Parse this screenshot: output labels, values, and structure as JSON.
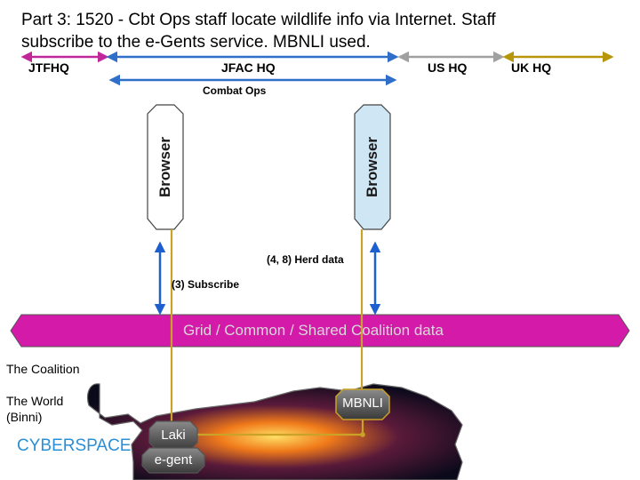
{
  "title": "Part 3: 1520 - Cbt Ops staff locate wildlife info via Internet. Staff subscribe to the e-Gents service. MBNLI used.",
  "hq_labels": {
    "jtfhq": "JTFHQ",
    "jfac": "JFAC HQ",
    "us": "US HQ",
    "uk": "UK HQ"
  },
  "combat_ops": "Combat Ops",
  "browsers": {
    "left": "Browser",
    "right": "Browser"
  },
  "flows": {
    "herd_data": "(4, 8) Herd data",
    "subscribe": "(3) Subscribe"
  },
  "grid": "Grid / Common / Shared Coalition data",
  "coalition": "The Coalition",
  "world": {
    "line1": "The World",
    "line2": "(Binni)"
  },
  "cyberspace": "CYBERSPACE",
  "nodes": {
    "mbnli": "MBNLI",
    "laki": "Laki",
    "egent": "e-gent"
  },
  "colors": {
    "jtfhq_arrow": "#c0289a",
    "jfac_arrow": "#2f6fc9",
    "us_arrow": "#a0a0a0",
    "uk_arrow": "#b8960c",
    "grid_fill": "#d41aa8",
    "browser_fill": "#cfe6f5",
    "blue_link": "#1e5fd0",
    "gold_link": "#c9a227"
  }
}
